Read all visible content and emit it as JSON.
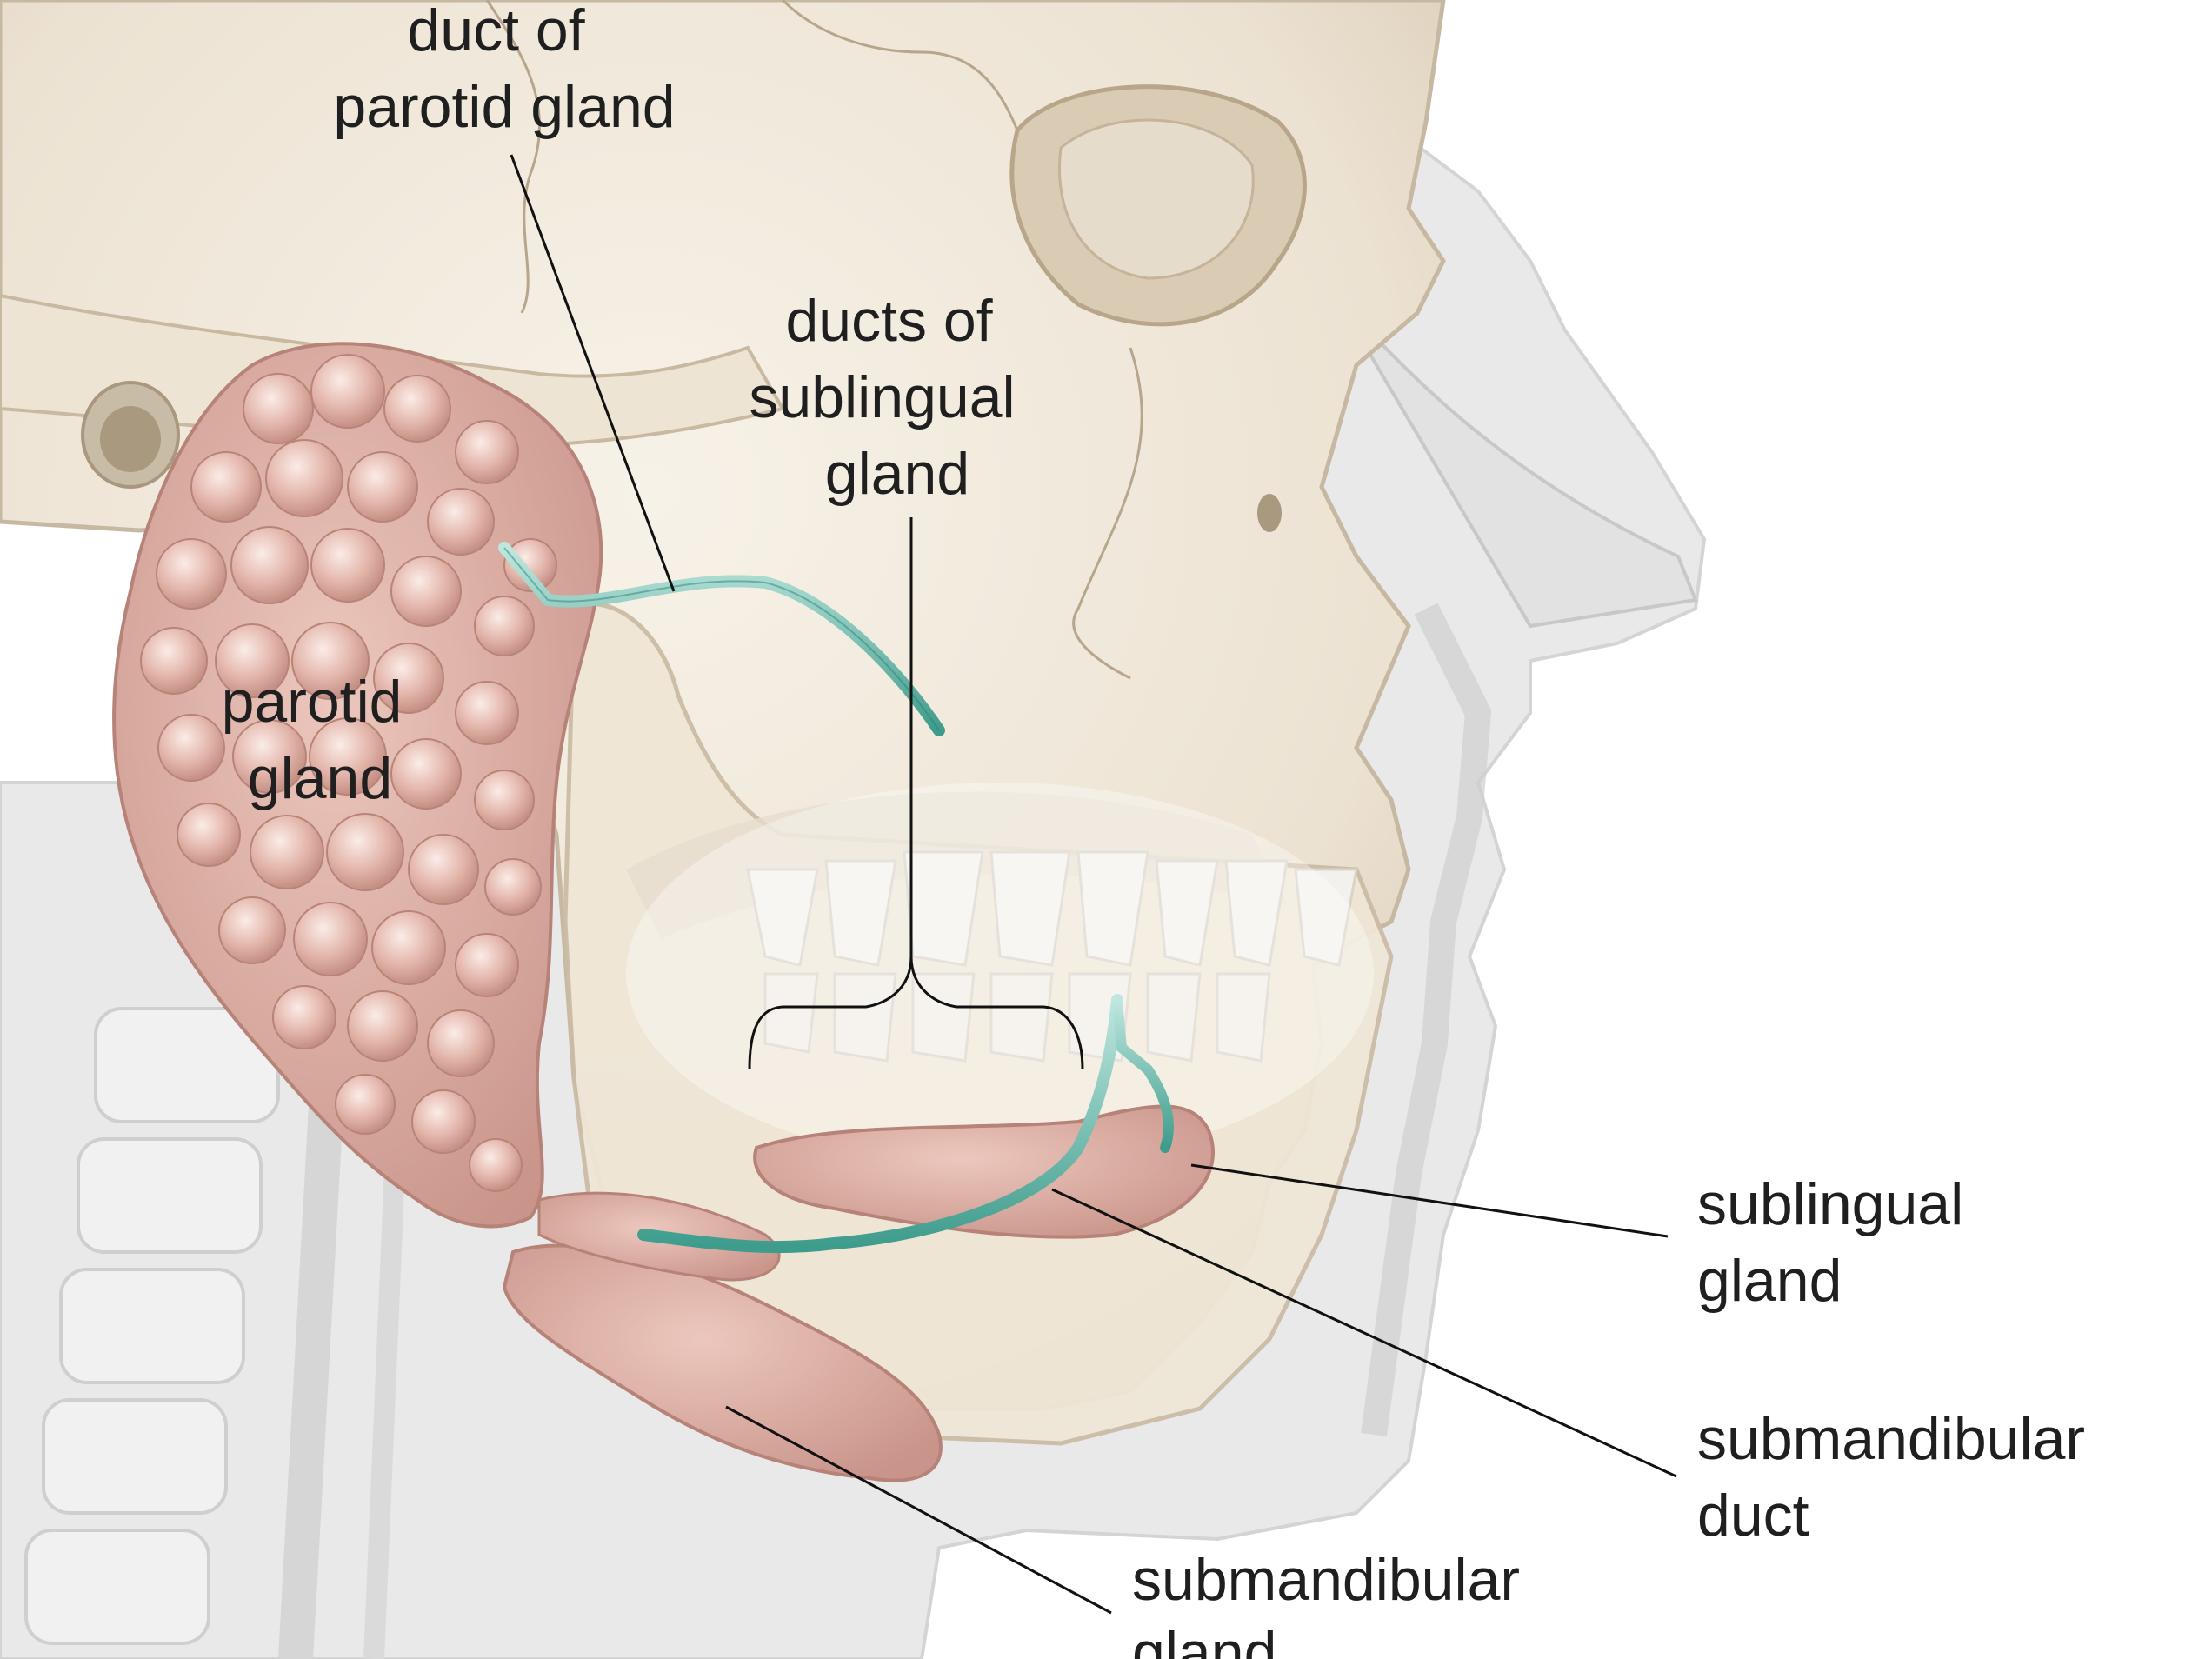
{
  "diagram": {
    "labels": {
      "parotid_duct": [
        "duct of",
        "parotid gland"
      ],
      "sublingual_ducts": [
        "ducts of",
        "sublingual",
        "gland"
      ],
      "parotid_gland": [
        "parotid",
        "gland"
      ],
      "sublingual_gland": [
        "sublingual",
        "gland"
      ],
      "submandibular_duct": [
        "submandibular",
        "duct"
      ],
      "submandibular_gland": [
        "submandibular",
        "gland"
      ]
    },
    "colors": {
      "bone": "#efe6d8",
      "bone_shadow": "#d9ccb8",
      "soft_tissue": "#e6e6e6",
      "gland": "#dcaea2",
      "gland_highlight": "#f3dcd5",
      "duct": "#5fb8a8",
      "leader_line": "#111111"
    }
  }
}
